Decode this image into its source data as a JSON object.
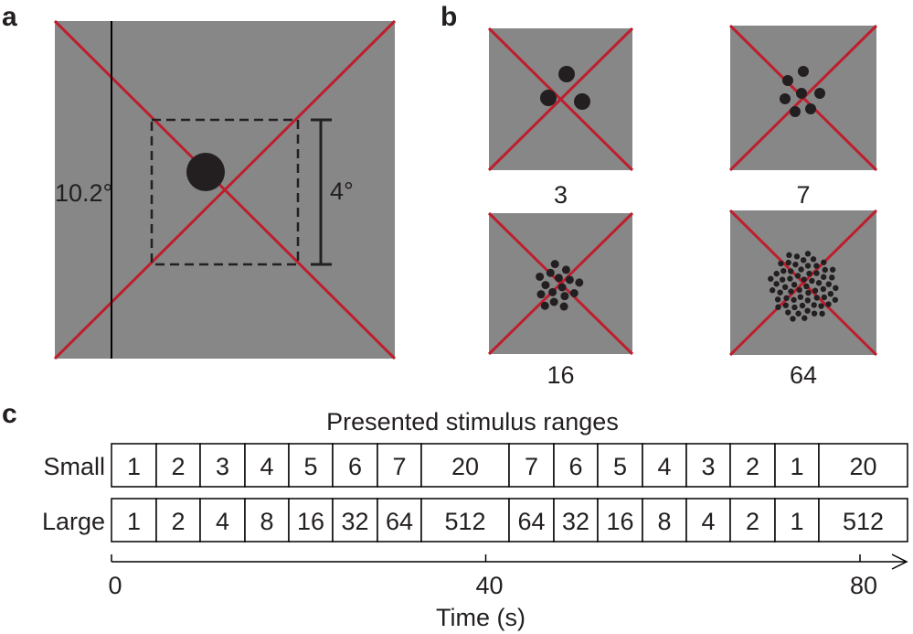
{
  "colors": {
    "stimulus_bg": "#878787",
    "fixation_cross": "#be1e2d",
    "dot": "#231f20",
    "ink": "#231f20"
  },
  "panel_a": {
    "letter": "a",
    "outer_size_label": "10.2°",
    "inner_size_label": "4°"
  },
  "panel_b": {
    "letter": "b",
    "examples": [
      {
        "numerosity": 3,
        "label": "3"
      },
      {
        "numerosity": 7,
        "label": "7"
      },
      {
        "numerosity": 16,
        "label": "16"
      },
      {
        "numerosity": 64,
        "label": "64"
      }
    ]
  },
  "panel_c": {
    "letter": "c",
    "title": "Presented stimulus ranges",
    "rows": [
      {
        "label": "Small",
        "values": [
          "1",
          "2",
          "3",
          "4",
          "5",
          "6",
          "7",
          "20",
          "7",
          "6",
          "5",
          "4",
          "3",
          "2",
          "1",
          "20"
        ]
      },
      {
        "label": "Large",
        "values": [
          "1",
          "2",
          "4",
          "8",
          "16",
          "32",
          "64",
          "512",
          "64",
          "32",
          "16",
          "8",
          "4",
          "2",
          "1",
          "512"
        ]
      }
    ],
    "time_axis": {
      "label": "Time (s)",
      "ticks": [
        {
          "value": 0,
          "label": "0"
        },
        {
          "value": 40,
          "label": "40"
        },
        {
          "value": 80,
          "label": "80"
        }
      ],
      "range": [
        0,
        84
      ]
    }
  }
}
